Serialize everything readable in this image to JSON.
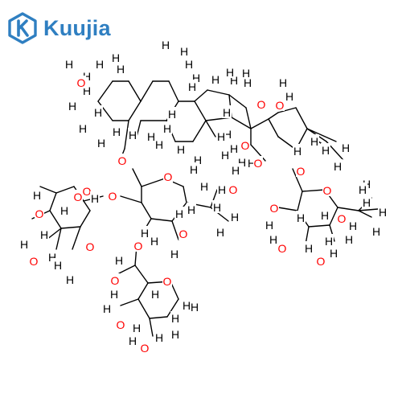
{
  "brand": {
    "name": "Kuujia",
    "icon": "k-hexagon-icon",
    "color": "#2f7fc1"
  },
  "molecule": {
    "bond_color": "#000000",
    "atom_colors": {
      "O": "#ff0000",
      "H": "#000000"
    },
    "atom_labels": {
      "hydrogen": "H",
      "oxygen": "O"
    }
  }
}
